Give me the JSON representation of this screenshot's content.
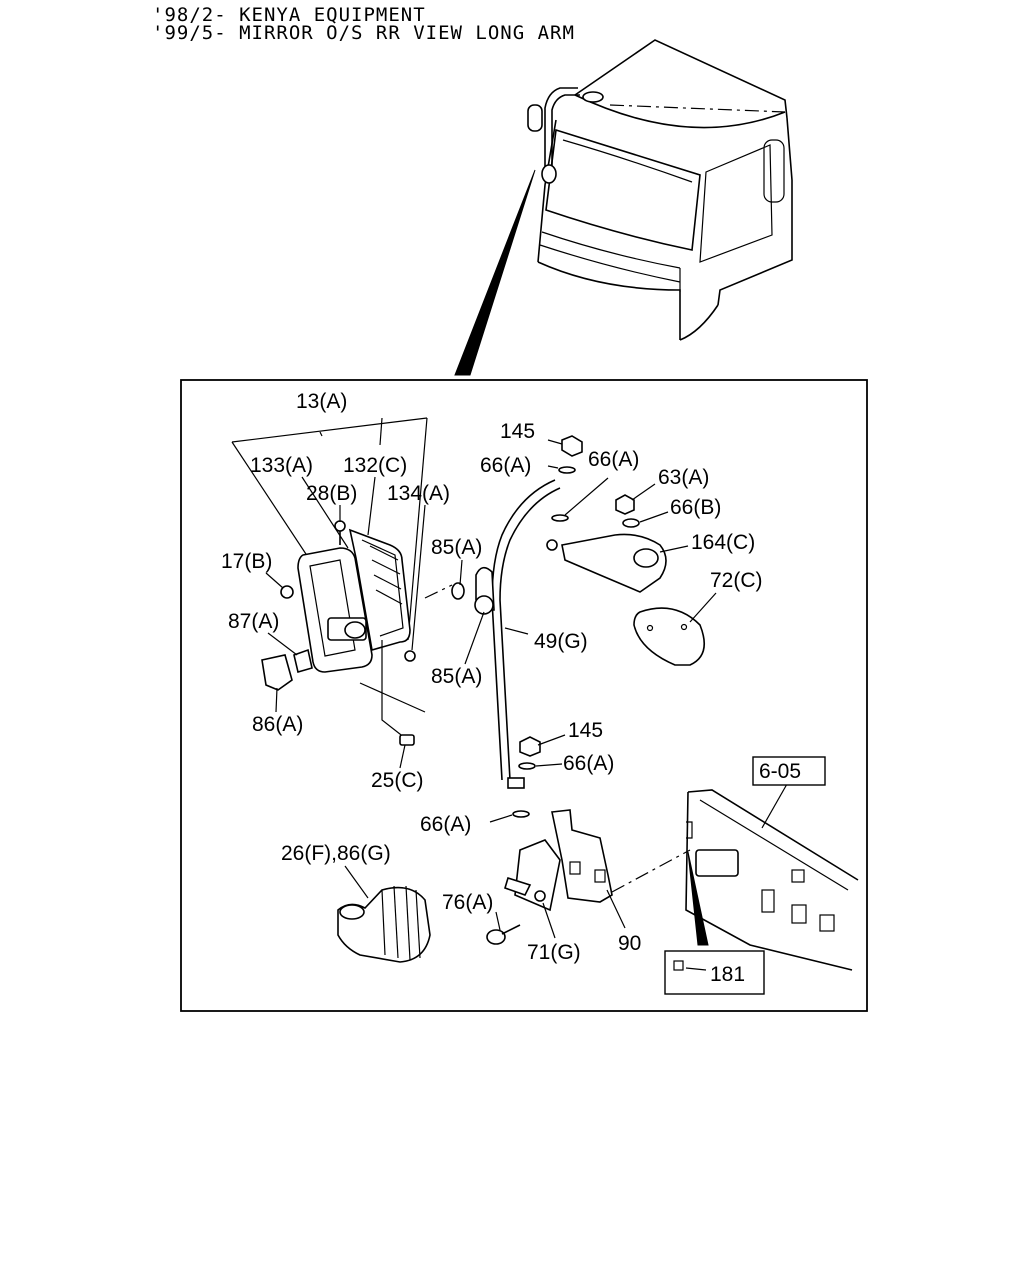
{
  "header": {
    "line1": "'98/2- KENYA EQUIPMENT",
    "line2": "'99/5- MIRROR O/S RR VIEW LONG ARM"
  },
  "callouts": {
    "c13a": "13(A)",
    "c133a": "133(A)",
    "c132c": "132(C)",
    "c28b": "28(B)",
    "c134a": "134(A)",
    "c17b": "17(B)",
    "c87a": "87(A)",
    "c86a": "86(A)",
    "c25c": "25(C)",
    "c85a_top": "85(A)",
    "c85a_bottom": "85(A)",
    "c145_top": "145",
    "c66a_1": "66(A)",
    "c66a_2": "66(A)",
    "c63a": "63(A)",
    "c66b": "66(B)",
    "c164c": "164(C)",
    "c72c": "72(C)",
    "c49g": "49(G)",
    "c145_bottom": "145",
    "c66a_3": "66(A)",
    "c66a_4": "66(A)",
    "c26f86g": "26(F),86(G)",
    "c76a": "76(A)",
    "c71g": "71(G)",
    "c90": "90",
    "ref605": "6-05",
    "c181": "181"
  }
}
